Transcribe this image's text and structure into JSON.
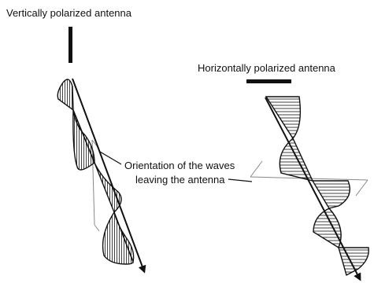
{
  "labels": {
    "vertical_antenna": "Vertically polarized antenna",
    "horizontal_antenna": "Horizontally polarized antenna",
    "wave_orientation_line1": "Orientation of the waves",
    "wave_orientation_line2": "leaving the antenna"
  },
  "colors": {
    "ink": "#111111",
    "plane": "#888888",
    "background": "#ffffff"
  }
}
